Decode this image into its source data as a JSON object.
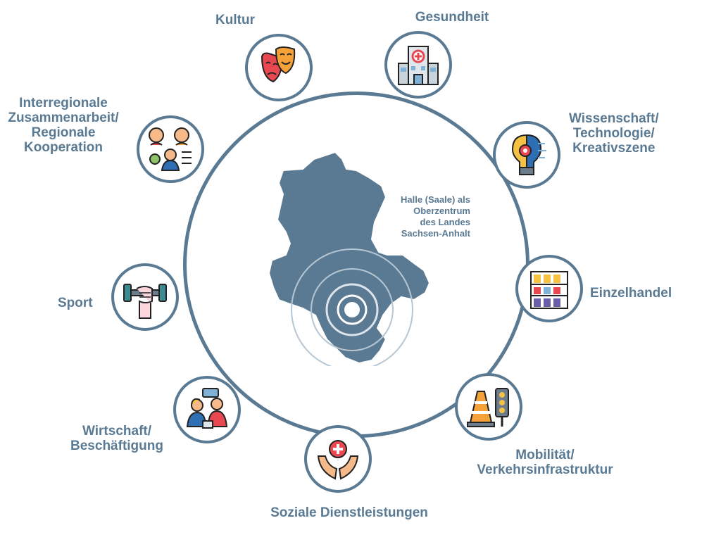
{
  "center": {
    "lines": [
      "Halle (Saale) als",
      "Oberzentrum",
      "des Landes",
      "Sachsen-Anhalt"
    ]
  },
  "topics": {
    "kultur": [
      "Kultur"
    ],
    "gesundheit": [
      "Gesundheit"
    ],
    "wissenschaft": [
      "Wissenschaft/",
      "Technologie/",
      "Kreativszene"
    ],
    "einzelhandel": [
      "Einzelhandel"
    ],
    "mobilitaet": [
      "Mobilität/",
      "Verkehrsinfrastruktur"
    ],
    "soziale": [
      "Soziale Dienstleistungen"
    ],
    "wirtschaft": [
      "Wirtschaft/",
      "Beschäftigung"
    ],
    "sport": [
      "Sport"
    ],
    "interregional": [
      "Interregionale",
      "Zusammenarbeit/",
      "Regionale",
      "Kooperation"
    ]
  },
  "icons": {
    "kultur": "theater-masks-icon",
    "gesundheit": "hospital-icon",
    "wissenschaft": "light-bulb-gear-icon",
    "einzelhandel": "store-shelf-icon",
    "mobilitaet": "traffic-cone-light-icon",
    "soziale": "hands-cross-icon",
    "wirtschaft": "business-meeting-icon",
    "sport": "dumbbell-fist-icon",
    "interregional": "people-network-icon"
  },
  "colors": {
    "primary": "#5a7a93",
    "map_fill": "#5a7a93",
    "label": "#5a7a93"
  }
}
